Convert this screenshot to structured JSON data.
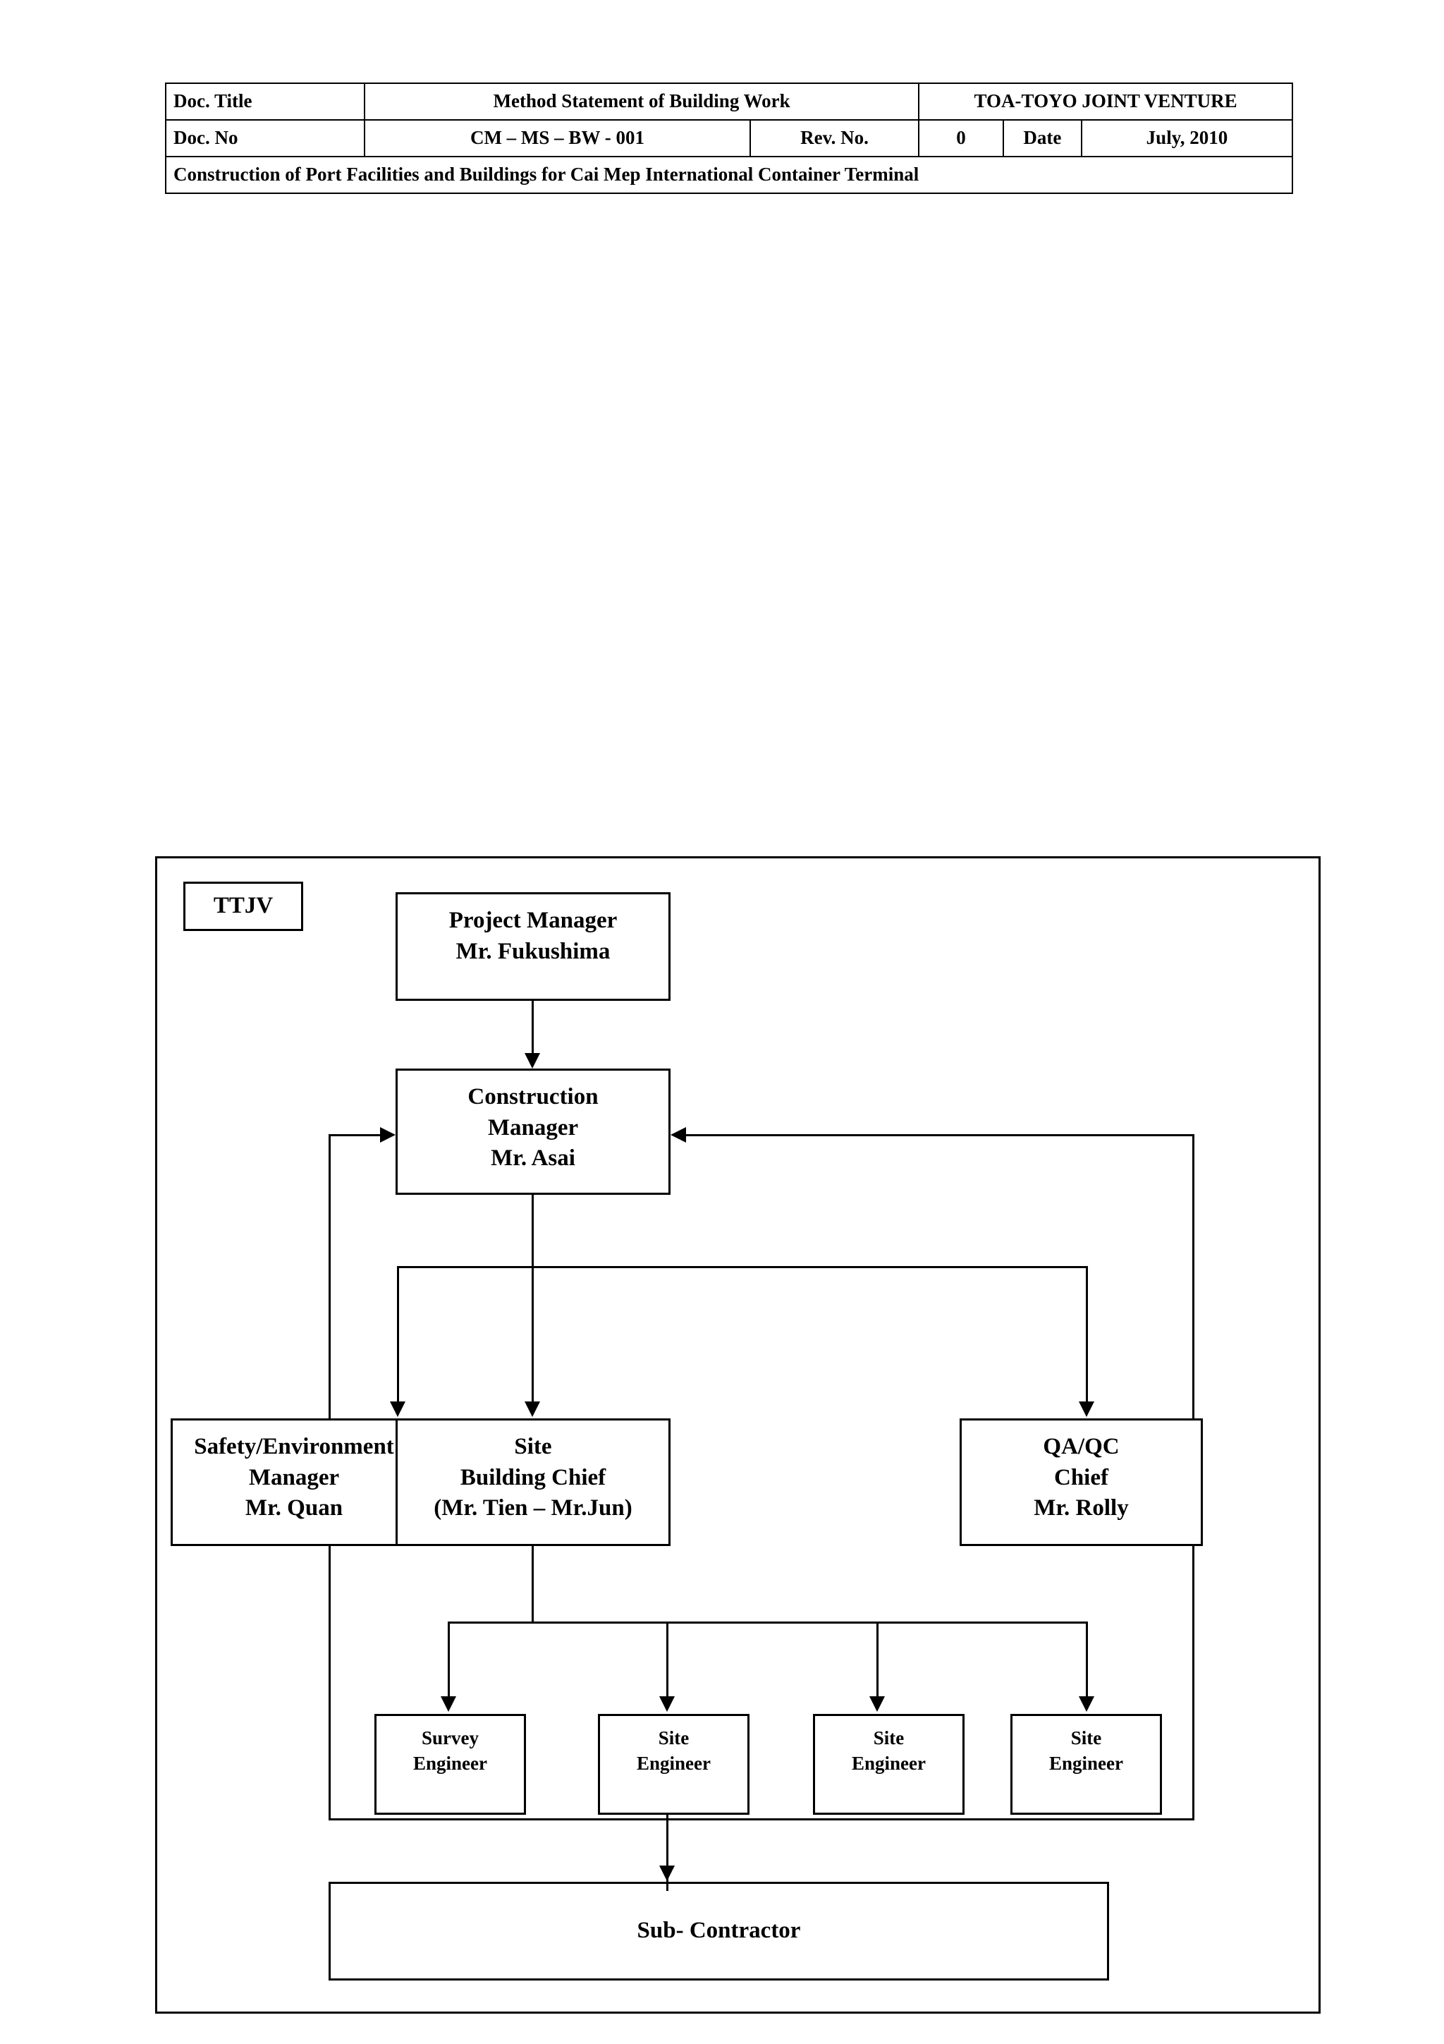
{
  "header": {
    "rows": [
      {
        "cells": [
          {
            "text": "Doc. Title",
            "align": "left"
          },
          {
            "text": "Method Statement of Building Work",
            "align": "center"
          },
          {
            "text": "TOA-TOYO JOINT VENTURE",
            "align": "center"
          }
        ]
      },
      {
        "cells": [
          {
            "text": "Doc. No",
            "align": "left"
          },
          {
            "text": "CM – MS – BW - 001",
            "align": "center"
          },
          {
            "text": "Rev. No.",
            "align": "center"
          },
          {
            "text": "0",
            "align": "center"
          },
          {
            "text": "Date",
            "align": "center"
          },
          {
            "text": "July, 2010",
            "align": "center"
          }
        ]
      },
      {
        "cells": [
          {
            "text": "Construction of Port Facilities and Buildings for Cai Mep International Container Terminal",
            "align": "left"
          }
        ]
      }
    ],
    "doc_title_label": "Doc. Title",
    "doc_title_value": "Method Statement of Building Work",
    "company": "TOA-TOYO JOINT VENTURE",
    "doc_no_label": "Doc. No",
    "doc_no_value": "CM – MS – BW - 001",
    "rev_no_label": "Rev. No.",
    "rev_no_value": "0",
    "date_label": "Date",
    "date_value": "July, 2010",
    "project_line": "Construction of Port Facilities and Buildings for Cai Mep International Container Terminal"
  },
  "org_chart": {
    "legend_box": "TTJV",
    "nodes": {
      "project_manager": {
        "line1": "Project Manager",
        "line2": "Mr. Fukushima"
      },
      "construction_manager": {
        "line1": "Construction",
        "line2": "Manager",
        "line3": "Mr. Asai"
      },
      "safety_manager": {
        "line1": "Safety/Environment",
        "line2": "Manager",
        "line3": "Mr. Quan"
      },
      "site_building_chief": {
        "line1": "Site",
        "line2": "Building Chief",
        "line3": "(Mr. Tien – Mr.Jun)"
      },
      "qaqc_chief": {
        "line1": "QA/QC",
        "line2": "Chief",
        "line3": "Mr. Rolly"
      },
      "engineer_1": {
        "line1": "Survey",
        "line2": "Engineer"
      },
      "engineer_2": {
        "line1": "Site",
        "line2": "Engineer"
      },
      "engineer_3": {
        "line1": "Site",
        "line2": "Engineer"
      },
      "engineer_4": {
        "line1": "Site",
        "line2": "Engineer"
      },
      "sub_contractor": {
        "line1": "Sub- Contractor"
      }
    },
    "colors": {
      "ink": "#000000",
      "paper": "#ffffff"
    }
  }
}
